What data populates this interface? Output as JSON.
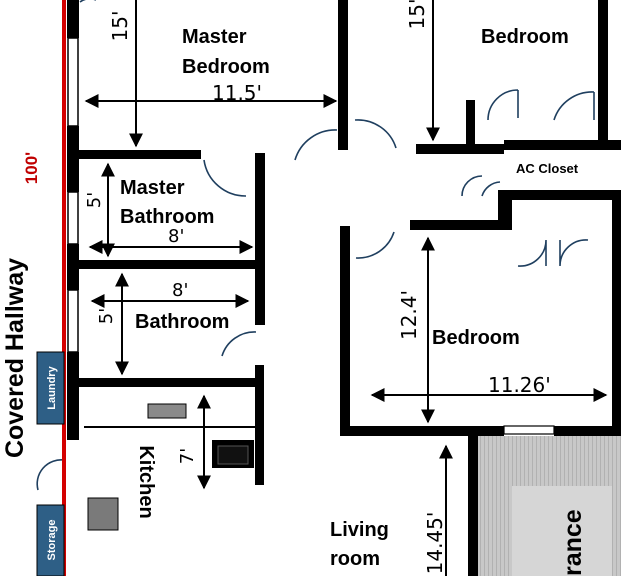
{
  "rooms": {
    "master_bedroom": [
      "Master",
      "Bedroom"
    ],
    "bedroom_top": "Bedroom",
    "ac_closet": "AC Closet",
    "master_bathroom": [
      "Master",
      "Bathroom"
    ],
    "bathroom": "Bathroom",
    "bedroom_lower": "Bedroom",
    "kitchen": "Kitchen",
    "living_room": [
      "Living",
      "room"
    ],
    "entrance": "rance"
  },
  "side": {
    "covered_hallway": "Covered Hallway",
    "total_length": "100'",
    "laundry": "Laundry",
    "storage": "Storage"
  },
  "dimensions": {
    "master_bedroom_height": "15'",
    "master_bedroom_width": "11.5'",
    "bedroom_top_height": "15'",
    "master_bathroom_height": "5'",
    "master_bathroom_width": "8'",
    "bathroom_width": "8'",
    "bathroom_height": "5'",
    "bedroom_lower_height": "12.4'",
    "bedroom_lower_width": "11.26'",
    "kitchen_height": "7'",
    "living_room_height": "14.45'"
  },
  "colors": {
    "hallway_line": "#d40000",
    "total_label": "#c00000",
    "tag_fill": "#2e5f86",
    "wall": "#000000",
    "door": "#1f3f5f"
  }
}
